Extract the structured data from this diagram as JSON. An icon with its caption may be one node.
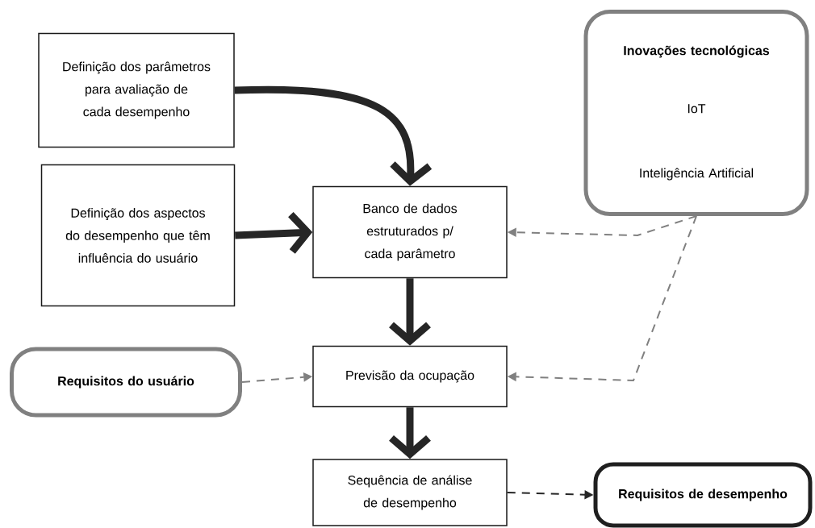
{
  "diagram": {
    "nodes": [
      {
        "text": [
          "Definição dos parâmetros para avaliação de cada desempenho"
        ]
      },
      {
        "text": [
          "Definição dos aspectos do desempenho que têm influência do usuário"
        ]
      },
      {
        "text": [
          "Banco de dados estruturados p/ cada parâmetro"
        ]
      },
      {
        "text": [
          "Inovações tecnológicas",
          "IoT",
          "Inteligência Artificial"
        ]
      },
      {
        "text": [
          "Requisitos do usuário"
        ]
      },
      {
        "text": [
          "Previsão da ocupação"
        ]
      },
      {
        "text": [
          "Sequência de análise de desempenho"
        ]
      },
      {
        "text": [
          "Requisitos de desempenho"
        ]
      }
    ],
    "edges": [
      {
        "from": 0,
        "to": 2,
        "arrow": "to",
        "style": "thick"
      },
      {
        "from": 1,
        "to": 2,
        "arrow": "to",
        "style": "thick"
      },
      {
        "from": 2,
        "to": 5,
        "arrow": "to",
        "style": "thick"
      },
      {
        "from": 5,
        "to": 6,
        "arrow": "to",
        "style": "thick"
      },
      {
        "from": 3,
        "to": 2,
        "arrow": "to",
        "style": "dashed",
        "color": "#808080"
      },
      {
        "from": 3,
        "to": 5,
        "arrow": "to",
        "style": "dashed",
        "color": "#808080"
      },
      {
        "from": 4,
        "to": 5,
        "arrow": "to",
        "style": "dashed",
        "color": "#808080"
      },
      {
        "from": 6,
        "to": 7,
        "arrow": "to",
        "style": "dashed"
      }
    ]
  }
}
